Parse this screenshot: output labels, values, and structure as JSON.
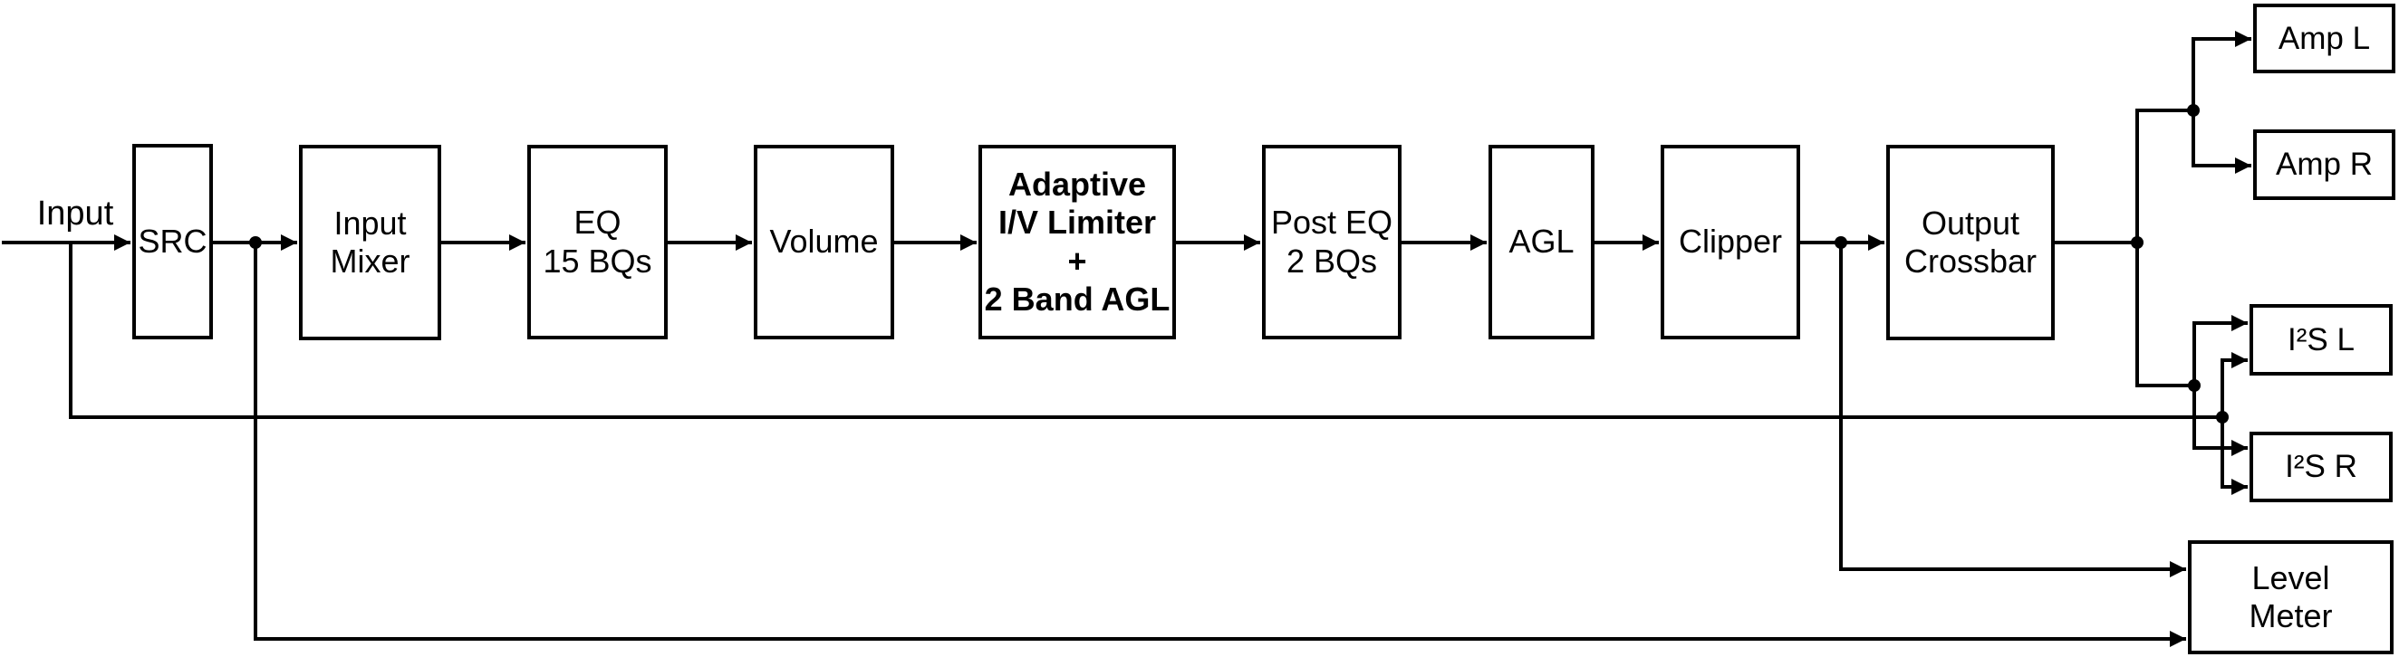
{
  "diagram": {
    "input_label": "Input",
    "blocks": [
      {
        "id": "src",
        "label": "SRC"
      },
      {
        "id": "input-mixer",
        "label": "Input\nMixer"
      },
      {
        "id": "eq-15bq",
        "label": "EQ\n15 BQs"
      },
      {
        "id": "volume",
        "label": "Volume"
      },
      {
        "id": "adaptive-limiter",
        "label": "Adaptive\nI/V Limiter\n+\n2 Band AGL",
        "emphasis": "bold"
      },
      {
        "id": "post-eq-2bq",
        "label": "Post EQ\n2 BQs"
      },
      {
        "id": "agl",
        "label": "AGL"
      },
      {
        "id": "clipper",
        "label": "Clipper"
      },
      {
        "id": "output-crossbar",
        "label": "Output\nCrossbar"
      },
      {
        "id": "amp-l",
        "label": "Amp L"
      },
      {
        "id": "amp-r",
        "label": "Amp R"
      },
      {
        "id": "i2s-l",
        "label": "I²S L"
      },
      {
        "id": "i2s-r",
        "label": "I²S R"
      },
      {
        "id": "level-meter",
        "label": "Level\nMeter"
      }
    ],
    "connections": [
      "Input → SRC",
      "SRC → Input Mixer",
      "Input Mixer → EQ 15 BQs",
      "EQ 15 BQs → Volume",
      "Volume → Adaptive I/V Limiter + 2 Band AGL",
      "Adaptive I/V Limiter + 2 Band AGL → Post EQ 2 BQs",
      "Post EQ 2 BQs → AGL",
      "AGL → Clipper",
      "Clipper → Output Crossbar",
      "Output Crossbar → Amp L",
      "Output Crossbar → Amp R",
      "Output Crossbar → I²S L",
      "Output Crossbar → I²S R",
      "Input tap → I²S L",
      "Input tap → I²S R",
      "SRC tap → Level Meter",
      "Clipper tap → Level Meter"
    ],
    "colors": {
      "line": "#000000",
      "box_fill": "#ffffff",
      "background": "#ffffff"
    }
  }
}
